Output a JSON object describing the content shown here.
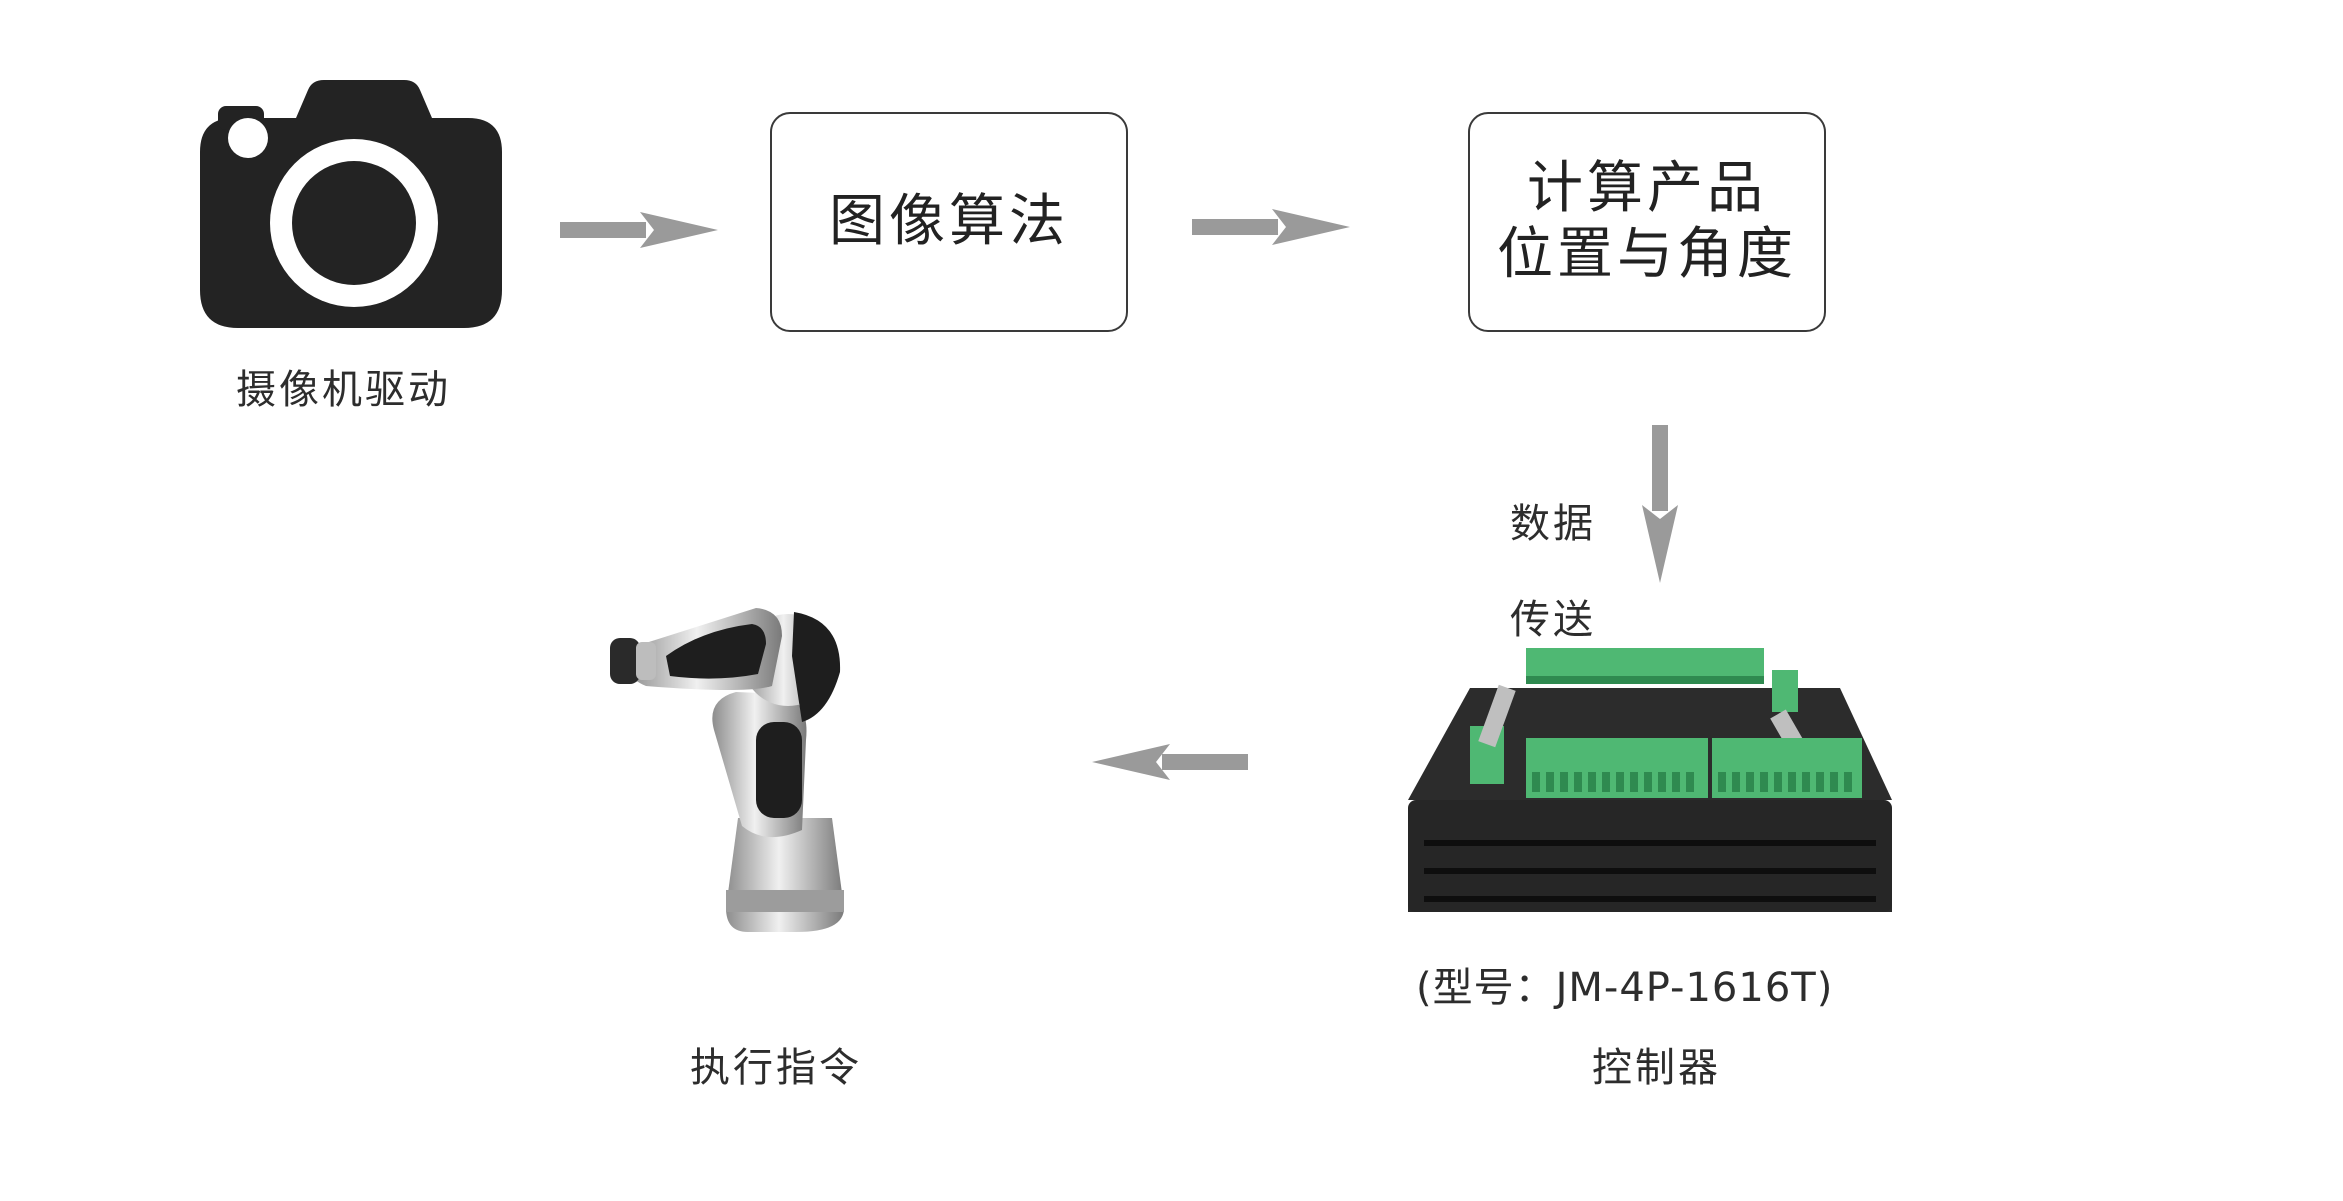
{
  "nodes": {
    "camera": {
      "icon": "camera-icon",
      "label": "摄像机驱动"
    },
    "algorithm": {
      "label": "图像算法"
    },
    "compute": {
      "line1": "计算产品",
      "line2": "位置与角度"
    },
    "controller": {
      "icon": "controller-device-icon",
      "model": "(型号：JM-4P-1616T)",
      "label": "控制器"
    },
    "robot": {
      "icon": "robot-arm-icon",
      "label": "执行指令"
    }
  },
  "edges": {
    "data_transfer": {
      "line1": "数据",
      "line2": "传送"
    }
  },
  "colors": {
    "arrow": "#9a9a9a",
    "icon_dark": "#232323",
    "box_border": "#3a3a3a",
    "terminal_green": "#4fb873"
  }
}
